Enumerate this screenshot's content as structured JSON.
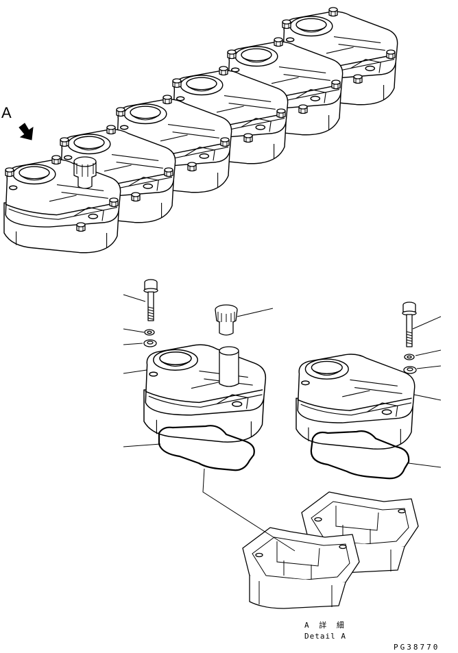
{
  "view_marker": "A",
  "detail_caption_jp": "A 詳 細",
  "detail_caption_en": "Detail A",
  "drawing_number": "PG38770",
  "icons": [
    "view-direction-arrow-icon"
  ]
}
